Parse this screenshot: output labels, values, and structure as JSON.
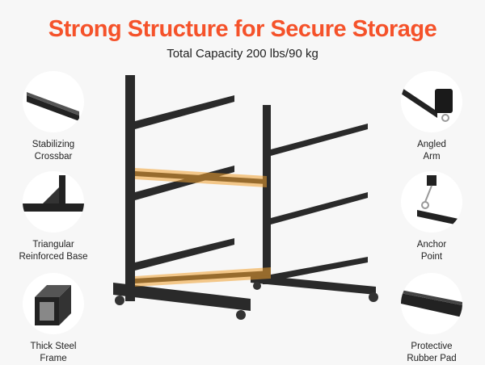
{
  "title": "Strong Structure for Secure Storage",
  "subtitle": "Total Capacity 200 lbs/90 kg",
  "features_left": [
    {
      "label": "Stabilizing\nCrossbar",
      "icon": "crossbar-icon"
    },
    {
      "label": "Triangular\nReinforced Base",
      "icon": "base-icon"
    },
    {
      "label": "Thick Steel\nFrame",
      "icon": "steel-tube-icon"
    }
  ],
  "features_right": [
    {
      "label": "Angled\nArm",
      "icon": "arm-icon"
    },
    {
      "label": "Anchor\nPoint",
      "icon": "anchor-icon"
    },
    {
      "label": "Protective\nRubber Pad",
      "icon": "rubber-pad-icon"
    }
  ],
  "colors": {
    "accent": "#f5522a",
    "highlight": "#f0a030",
    "steel": "#2a2a2a"
  }
}
